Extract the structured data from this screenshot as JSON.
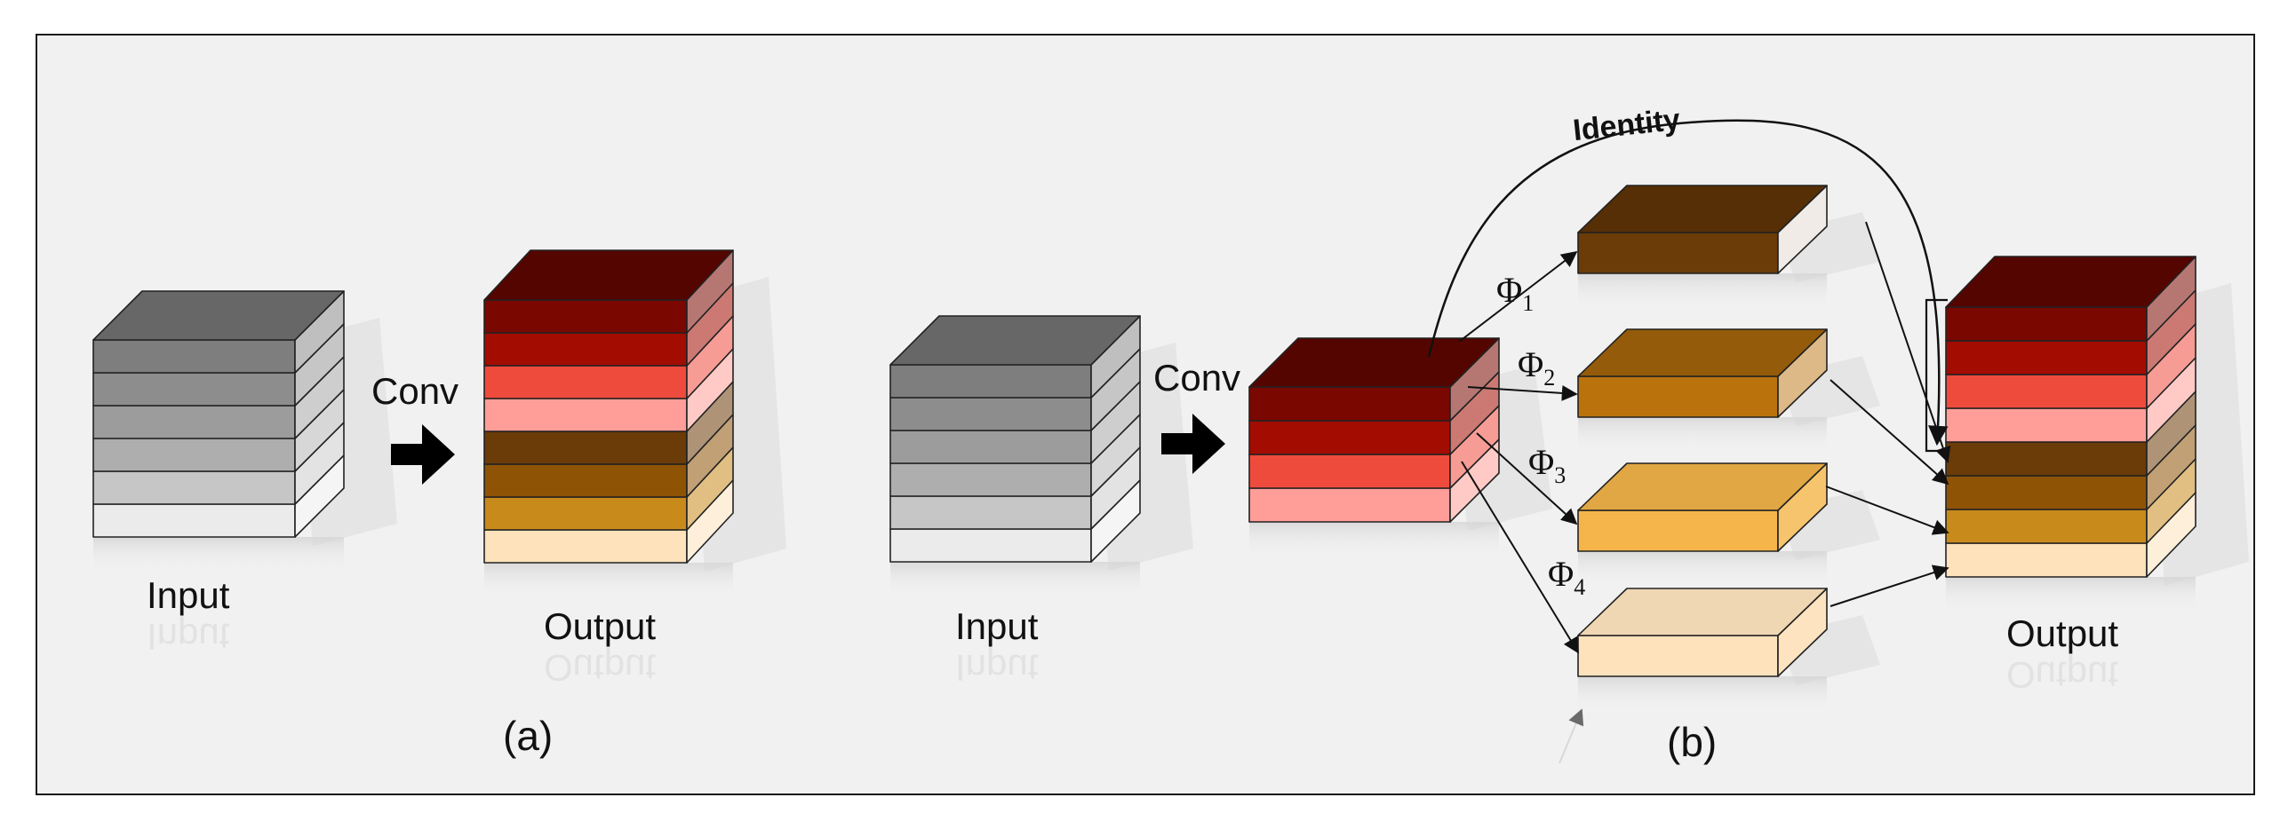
{
  "panel_a": {
    "conv_label": "Conv",
    "input_label": "Input",
    "output_label": "Output",
    "caption": "(a)"
  },
  "panel_b": {
    "conv_label": "Conv",
    "input_label": "Input",
    "output_label": "Output",
    "caption": "(b)",
    "identity_label": "Identity",
    "phi_labels": [
      {
        "symbol": "Φ",
        "sub": "1"
      },
      {
        "symbol": "Φ",
        "sub": "2"
      },
      {
        "symbol": "Φ",
        "sub": "3"
      },
      {
        "symbol": "Φ",
        "sub": "4"
      }
    ]
  },
  "colors": {
    "gray_top": "#6a6a6a",
    "dark_red": "#5a0000",
    "red": "#a30c00",
    "pink": "#ff9e98",
    "brown": "#6b3b08",
    "orange": "#b9720c",
    "light_orange": "#f5b54a",
    "cream": "#fde2bc"
  }
}
